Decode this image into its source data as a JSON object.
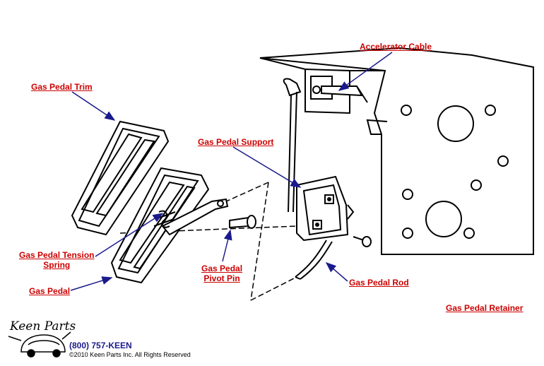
{
  "labels": {
    "accelerator_cable": "Accelerator Cable",
    "gas_pedal_trim": "Gas Pedal Trim",
    "gas_pedal_support": "Gas Pedal Support",
    "gas_pedal_tension_spring_line1": "Gas Pedal Tension",
    "gas_pedal_tension_spring_line2": "Spring",
    "gas_pedal": "Gas Pedal",
    "gas_pedal_pivot_pin_line1": "Gas Pedal",
    "gas_pedal_pivot_pin_line2": "Pivot Pin",
    "gas_pedal_rod": "Gas Pedal Rod",
    "gas_pedal_retainer": "Gas Pedal Retainer"
  },
  "footer": {
    "logo": "Keen Parts",
    "phone": "(800) 757-KEEN",
    "copyright": "©2010 Keen Parts Inc. All Rights Reserved"
  },
  "colors": {
    "label": "#cc0000",
    "arrow": "#1a1a8c",
    "line": "#000000"
  }
}
